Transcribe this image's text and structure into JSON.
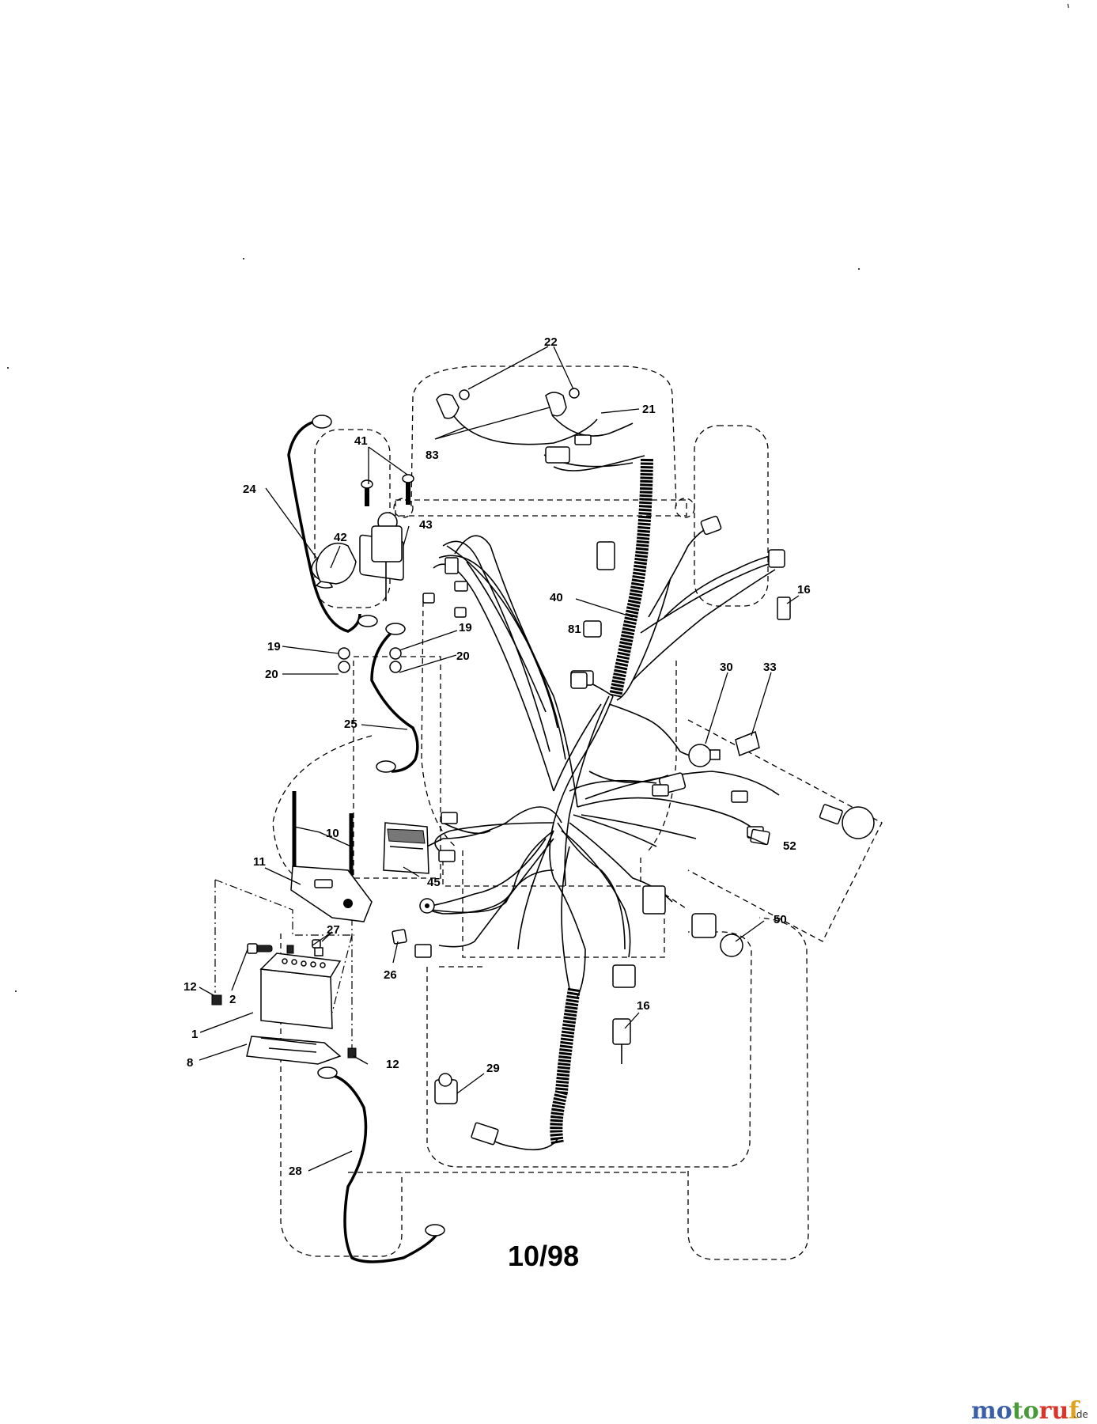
{
  "diagram": {
    "callouts": {
      "c22": "22",
      "c21": "21",
      "c83": "83",
      "c41": "41",
      "c24": "24",
      "c43": "43",
      "c42": "42",
      "c40": "40",
      "c16a": "16",
      "c81": "81",
      "c19a": "19",
      "c19b": "19",
      "c20a": "20",
      "c20b": "20",
      "c33": "33",
      "c30": "30",
      "c25": "25",
      "c10": "10",
      "c11": "11",
      "c45": "45",
      "c52": "52",
      "c27": "27",
      "c50": "50",
      "c12a": "12",
      "c2": "2",
      "c26": "26",
      "c1": "1",
      "c16b": "16",
      "c8": "8",
      "c12b": "12",
      "c29": "29",
      "c28": "28"
    },
    "date_code": "10/98"
  },
  "watermark": {
    "brand": "motoruf",
    "suffix": ".de",
    "colors": [
      "#3a5fa8",
      "#4a9a3a",
      "#d9352b",
      "#e0a020"
    ]
  }
}
